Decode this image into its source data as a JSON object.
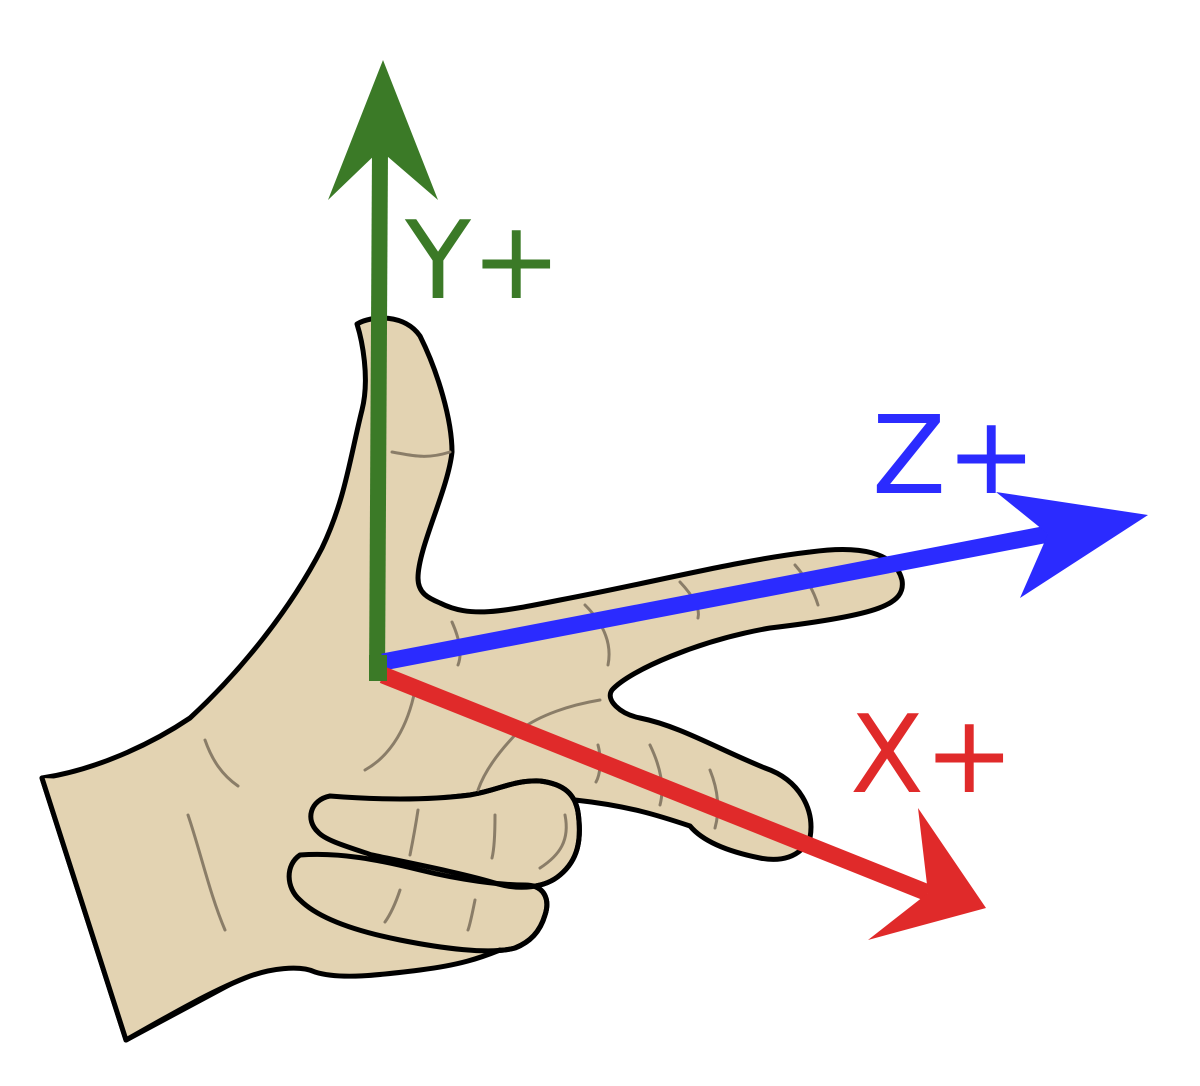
{
  "colors": {
    "skin": "#e3d3b2",
    "outline": "#000000",
    "crease": "#8a7d68",
    "y_axis": "#3b7a27",
    "z_axis": "#2b2bff",
    "x_axis": "#e02a2a"
  },
  "axes": {
    "y": {
      "label": "Y+",
      "color_key": "y_axis"
    },
    "z": {
      "label": "Z+",
      "color_key": "z_axis"
    },
    "x": {
      "label": "X+",
      "color_key": "x_axis"
    }
  },
  "icons": {
    "hand": "right-hand-rule-hand-icon"
  }
}
